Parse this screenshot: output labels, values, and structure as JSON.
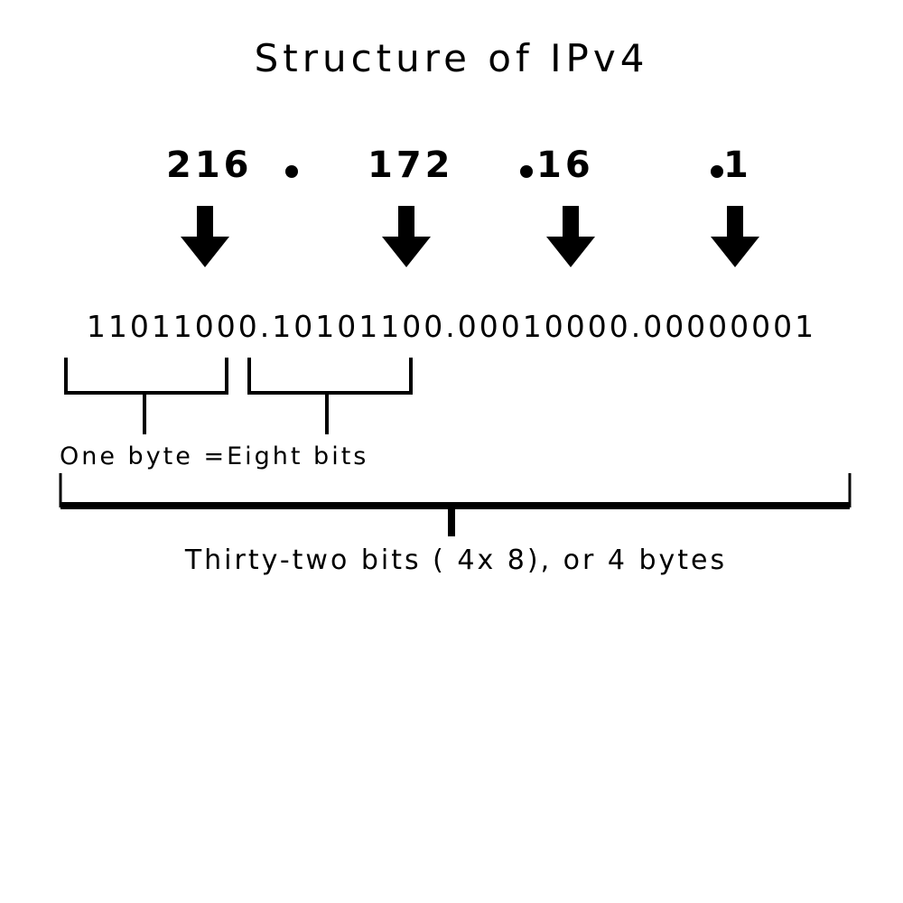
{
  "title": "Structure of IPv4",
  "octets": [
    "216",
    "172",
    "16",
    "1"
  ],
  "binary": "11011000.10101100.00010000.00000001",
  "byte_label": "One byte =Eight bits",
  "total_label": "Thirty-two bits ( 4x 8), or 4 bytes",
  "colors": {
    "foreground": "#000000",
    "background": "#ffffff"
  },
  "icons": [
    "down-arrow-icon"
  ]
}
